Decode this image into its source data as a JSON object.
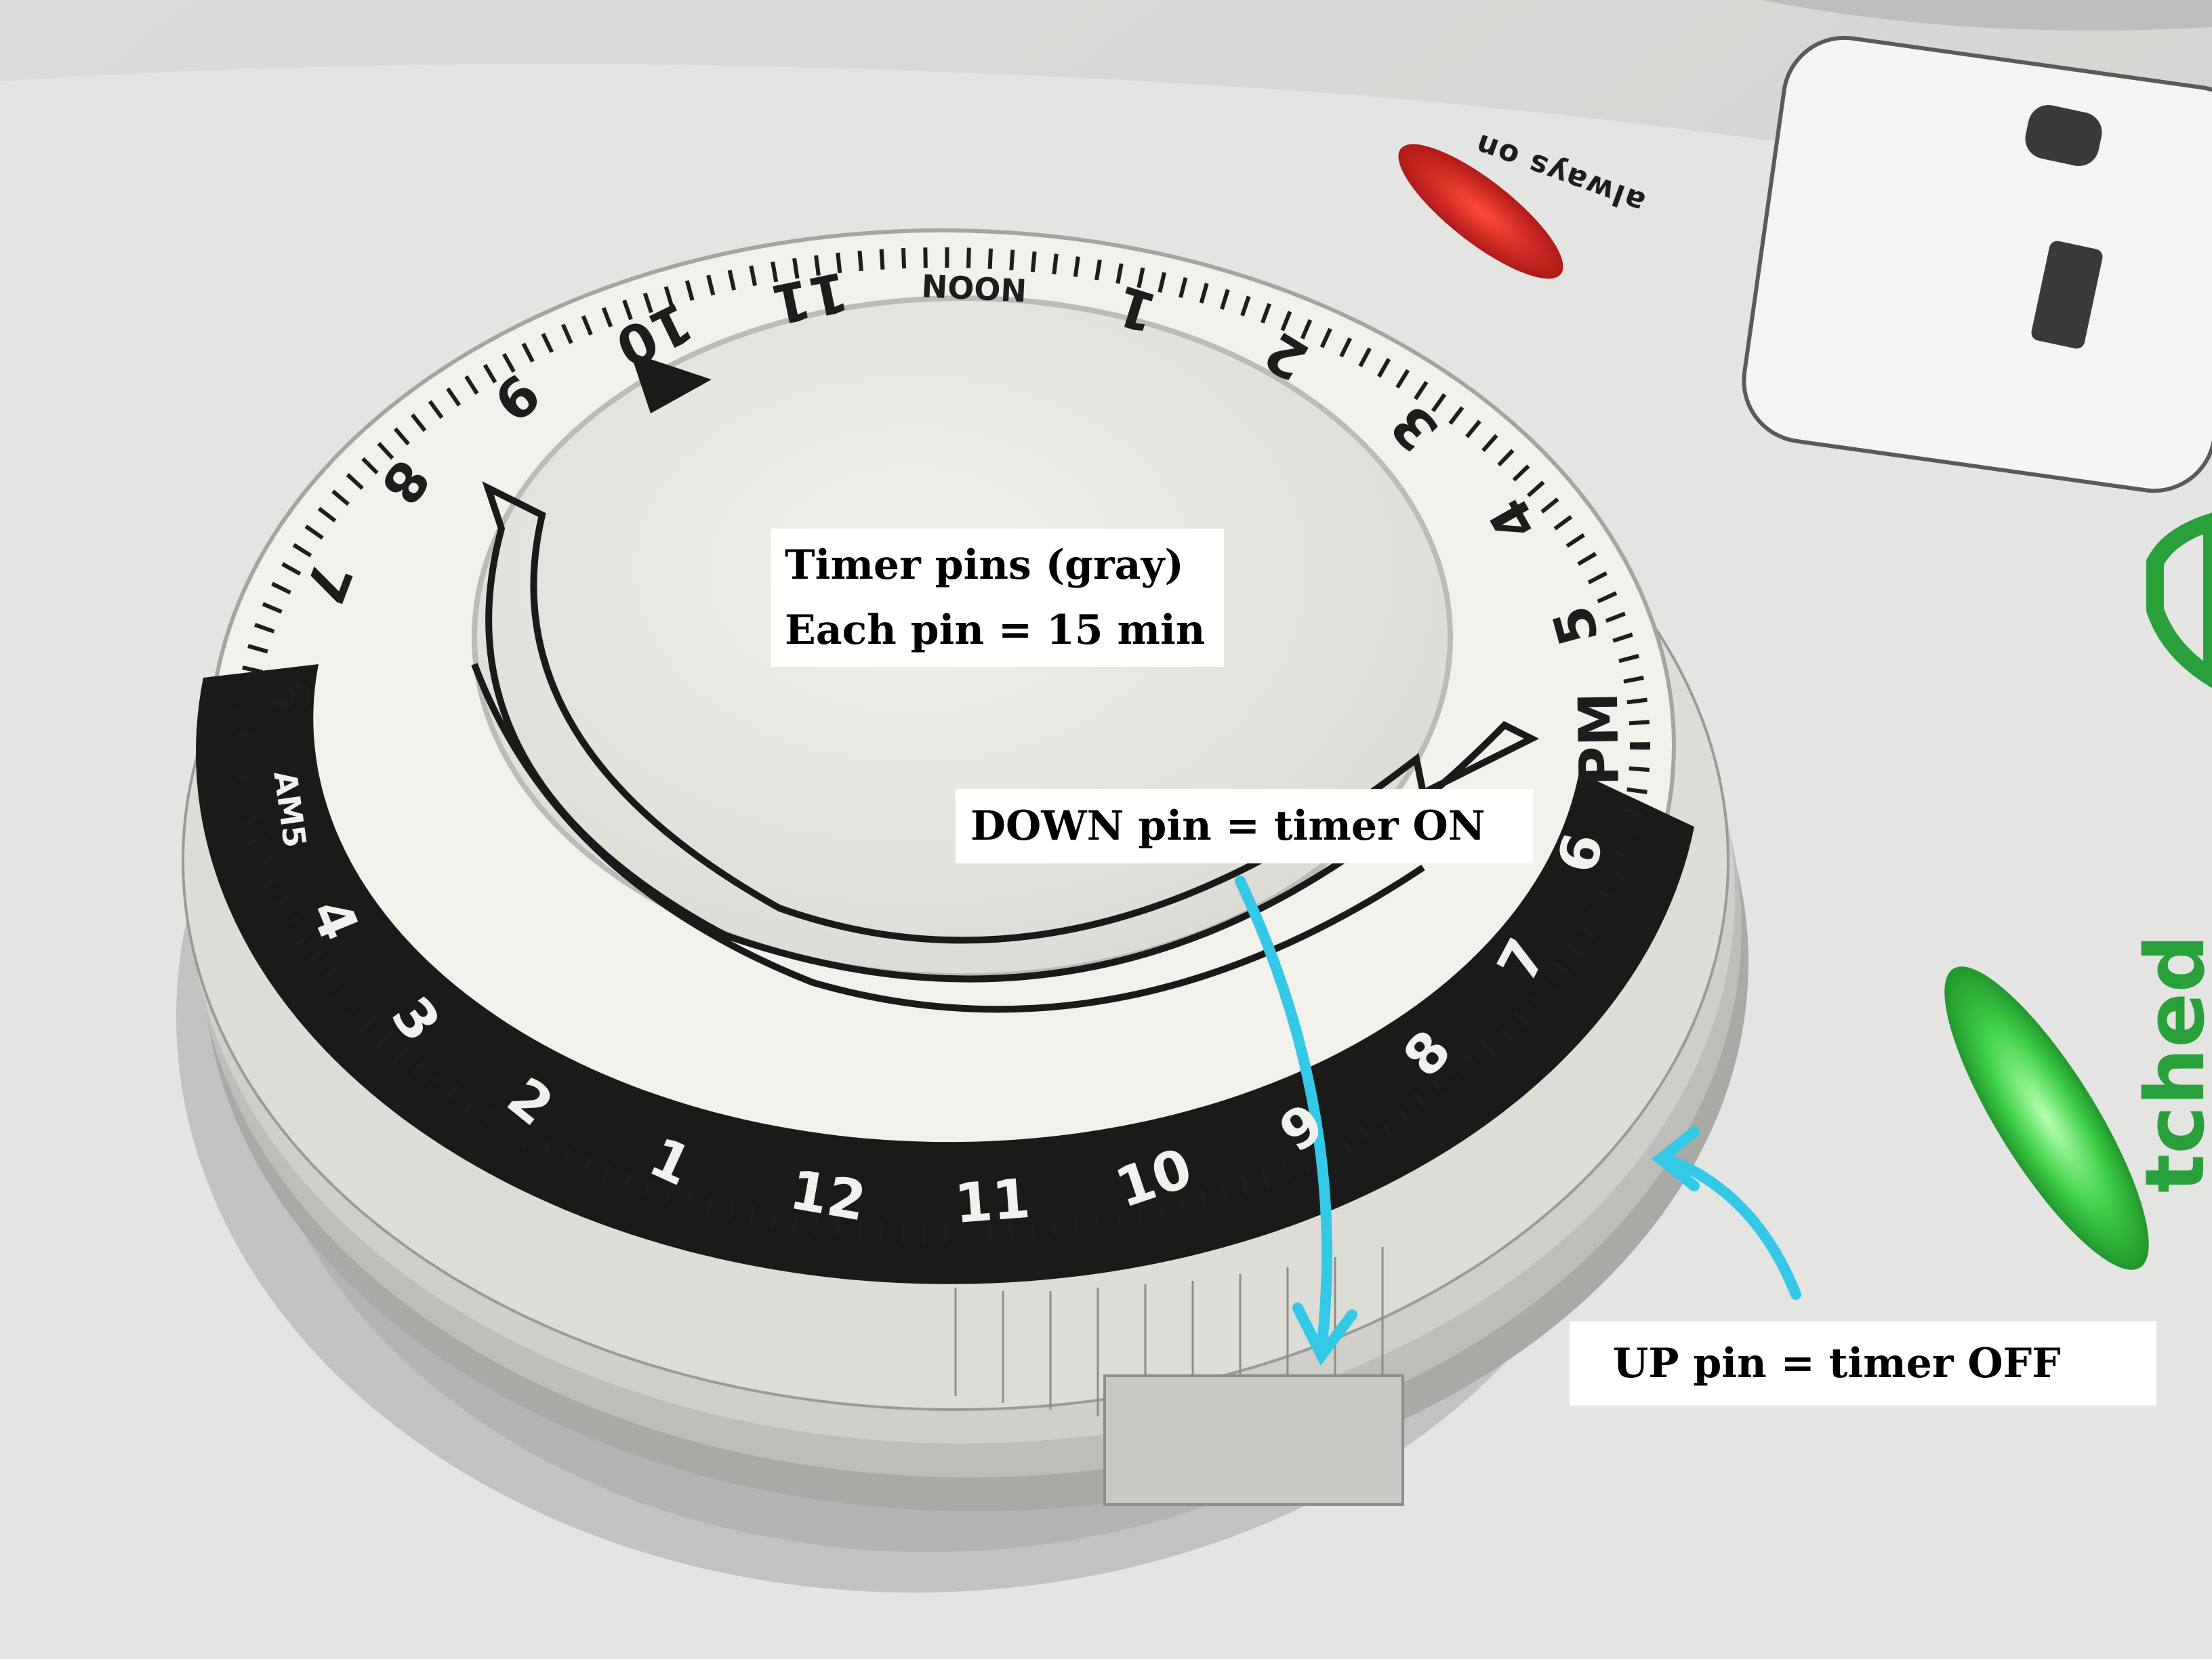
{
  "annotations": {
    "pins_line1": "Timer pins (gray)",
    "pins_line2": "Each pin = 15 min",
    "down_pin": "DOWN pin = timer ON",
    "up_pin": "UP pin = timer OFF",
    "arrow_color": "#33c8e6"
  },
  "dial": {
    "inner_hours": [
      "12",
      "1",
      "2",
      "3",
      "4",
      "AM5",
      "6",
      "7",
      "8",
      "9",
      "10",
      "11",
      "NOON",
      "1",
      "2",
      "3",
      "4",
      "5",
      "PM",
      "6",
      "7",
      "8",
      "9",
      "10",
      "11"
    ],
    "night_band_color": "#1a1a1a",
    "face_color": "#ecebe6"
  },
  "strip_labels": {
    "always_on": "always on",
    "switched": "tched"
  },
  "indicator_colors": {
    "always_on_lamp": "#d42a2a",
    "switched_lamp": "#3ed14a"
  }
}
